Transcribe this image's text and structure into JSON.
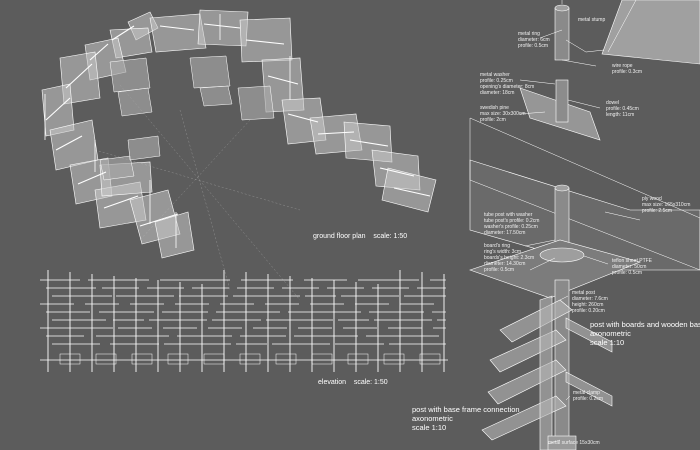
{
  "plan": {
    "caption": "ground floor plan",
    "scale": "scale: 1:50"
  },
  "elevation": {
    "caption": "elevation",
    "scale": "scale: 1:50"
  },
  "detail_right": {
    "title_lines": [
      "post with boards and wooden base c",
      "axonometric",
      "scale 1:10"
    ],
    "annotations": [
      {
        "lines": [
          "metal stump"
        ]
      },
      {
        "lines": [
          "metal ring",
          "diameter: 6cm",
          "profile: 0.5cm"
        ]
      },
      {
        "lines": [
          "wire rope",
          "profile: 0.3cm"
        ]
      },
      {
        "lines": [
          "metal washer",
          "profile: 0.25cm",
          "opening's diameter: 8cm",
          "diameter: 18cm"
        ]
      },
      {
        "lines": [
          "swedish pine",
          "max size: 30x300cm",
          "profile: 2cm"
        ]
      },
      {
        "lines": [
          "dowel",
          "profile: 0.45cm",
          "length: 11cm"
        ]
      },
      {
        "lines": [
          "ply wood",
          "max size: 165x310cm",
          "profile: 2.5cm"
        ]
      },
      {
        "lines": [
          "tube post with washer",
          "tube post's profile: 0.2cm",
          "washer's profile: 0.25cm",
          "diameter: 17.50cm"
        ]
      },
      {
        "lines": [
          "board's ring",
          "ring's width: 3cm",
          "boards's height: 2.3cm",
          "diameter: 14.30cm",
          "profile: 0.5cm"
        ]
      },
      {
        "lines": [
          "teflon sheet PTFE",
          "diameter: 50cm",
          "profile: 0.5cm"
        ]
      },
      {
        "lines": [
          "metal post",
          "diameter: 7.6cm",
          "height: 260cm",
          "profile: 0.20cm"
        ]
      },
      {
        "lines": [
          "metal clamp",
          "profile: 0.2cm"
        ]
      },
      {
        "lines": [
          "metal surface 15x30cm"
        ]
      }
    ]
  },
  "detail_left": {
    "title_lines": [
      "post with base frame connection",
      "axonometric",
      "scale 1:10"
    ]
  }
}
